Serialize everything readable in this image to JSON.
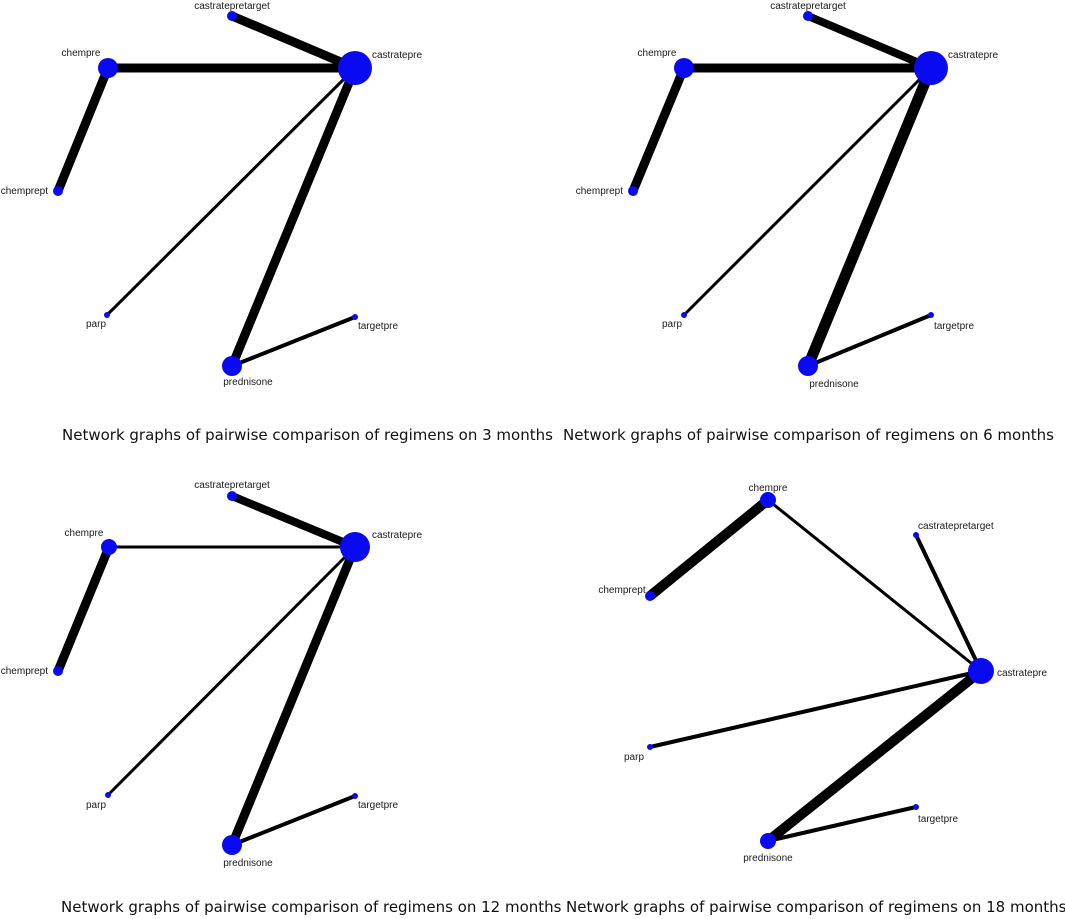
{
  "graphs": [
    {
      "caption": "Network graphs of pairwise comparison of regimens on 3 months",
      "nodes": [
        {
          "id": "castratepre",
          "label": "castratepre"
        },
        {
          "id": "castratepretarget",
          "label": "castratepretarget"
        },
        {
          "id": "chempre",
          "label": "chempre"
        },
        {
          "id": "chemprept",
          "label": "chemprept"
        },
        {
          "id": "parp",
          "label": "parp"
        },
        {
          "id": "targetpre",
          "label": "targetpre"
        },
        {
          "id": "prednisone",
          "label": "prednisone"
        }
      ],
      "edges": [
        {
          "source": "chempre",
          "target": "castratepre"
        },
        {
          "source": "castratepretarget",
          "target": "castratepre"
        },
        {
          "source": "chempre",
          "target": "chemprept"
        },
        {
          "source": "castratepre",
          "target": "parp"
        },
        {
          "source": "castratepre",
          "target": "prednisone"
        },
        {
          "source": "prednisone",
          "target": "targetpre"
        }
      ]
    },
    {
      "caption": "Network graphs of pairwise comparison of regimens on 6 months",
      "nodes": [
        {
          "id": "castratepre",
          "label": "castratepre"
        },
        {
          "id": "castratepretarget",
          "label": "castratepretarget"
        },
        {
          "id": "chempre",
          "label": "chempre"
        },
        {
          "id": "chemprept",
          "label": "chemprept"
        },
        {
          "id": "parp",
          "label": "parp"
        },
        {
          "id": "targetpre",
          "label": "targetpre"
        },
        {
          "id": "prednisone",
          "label": "prednisone"
        }
      ],
      "edges": [
        {
          "source": "chempre",
          "target": "castratepre"
        },
        {
          "source": "castratepretarget",
          "target": "castratepre"
        },
        {
          "source": "chempre",
          "target": "chemprept"
        },
        {
          "source": "castratepre",
          "target": "parp"
        },
        {
          "source": "castratepre",
          "target": "prednisone"
        },
        {
          "source": "prednisone",
          "target": "targetpre"
        }
      ]
    },
    {
      "caption": "Network graphs of pairwise comparison of regimens on 12 months",
      "nodes": [
        {
          "id": "castratepre",
          "label": "castratepre"
        },
        {
          "id": "castratepretarget",
          "label": "castratepretarget"
        },
        {
          "id": "chempre",
          "label": "chempre"
        },
        {
          "id": "chemprept",
          "label": "chemprept"
        },
        {
          "id": "parp",
          "label": "parp"
        },
        {
          "id": "targetpre",
          "label": "targetpre"
        },
        {
          "id": "prednisone",
          "label": "prednisone"
        }
      ],
      "edges": [
        {
          "source": "chempre",
          "target": "castratepre"
        },
        {
          "source": "castratepretarget",
          "target": "castratepre"
        },
        {
          "source": "chempre",
          "target": "chemprept"
        },
        {
          "source": "castratepre",
          "target": "parp"
        },
        {
          "source": "castratepre",
          "target": "prednisone"
        },
        {
          "source": "prednisone",
          "target": "targetpre"
        }
      ]
    },
    {
      "caption": "Network graphs of pairwise comparison of regimens on 18 months",
      "nodes": [
        {
          "id": "chempre",
          "label": "chempre"
        },
        {
          "id": "castratepretarget",
          "label": "castratepretarget"
        },
        {
          "id": "chemprept",
          "label": "chemprept"
        },
        {
          "id": "castratepre",
          "label": "castratepre"
        },
        {
          "id": "parp",
          "label": "parp"
        },
        {
          "id": "targetpre",
          "label": "targetpre"
        },
        {
          "id": "prednisone",
          "label": "prednisone"
        }
      ],
      "edges": [
        {
          "source": "chempre",
          "target": "chemprept"
        },
        {
          "source": "chempre",
          "target": "castratepre"
        },
        {
          "source": "castratepretarget",
          "target": "castratepre"
        },
        {
          "source": "castratepre",
          "target": "parp"
        },
        {
          "source": "castratepre",
          "target": "prednisone"
        },
        {
          "source": "prednisone",
          "target": "targetpre"
        }
      ]
    }
  ],
  "colors": {
    "node": "#0a0af0",
    "edge": "#000000"
  }
}
